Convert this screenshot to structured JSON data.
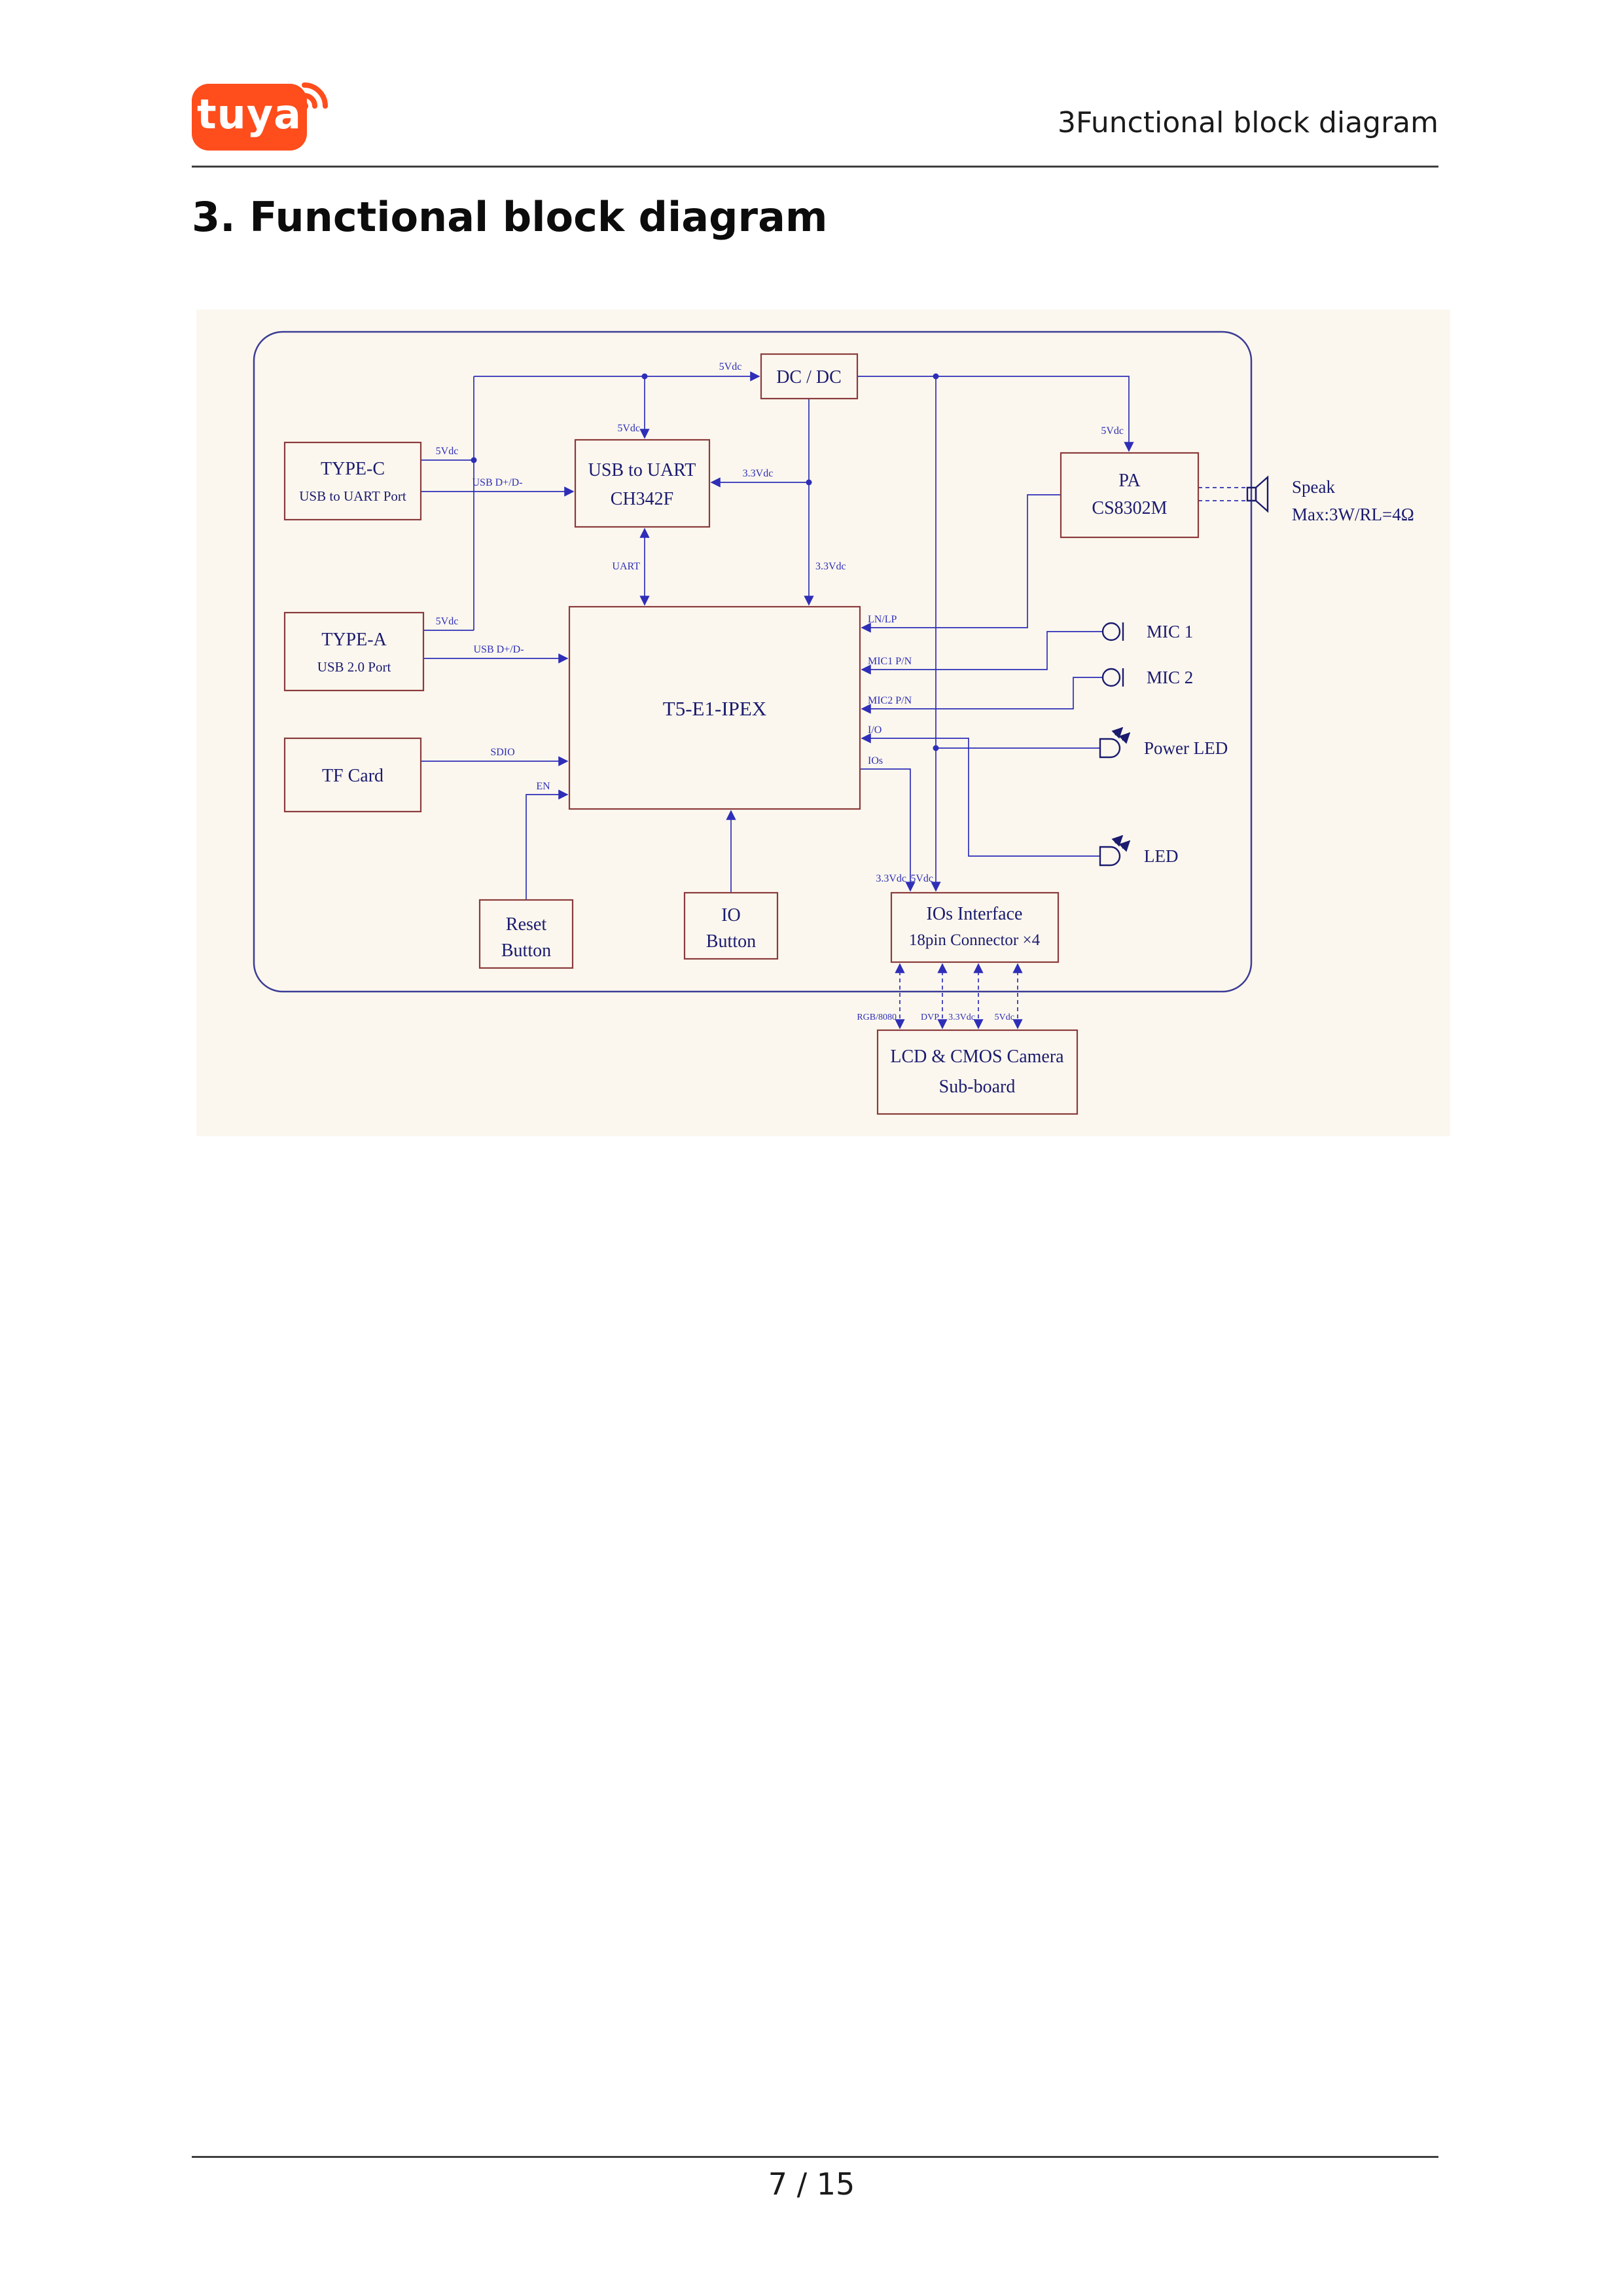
{
  "page": {
    "logo_text": "tuya",
    "header_title": "3Functional block diagram",
    "section_title": "3. Functional block diagram",
    "page_number": "7 / 15"
  },
  "diagram": {
    "colors": {
      "brand": "#ff4d1c",
      "wire": "#2e2eb8",
      "box_border": "#8a3b3b",
      "box_text": "#1b1b6f",
      "diagram_bg": "#fbf7ee"
    },
    "blocks": {
      "dcdc": {
        "label": "DC / DC"
      },
      "type_c": {
        "line1": "TYPE-C",
        "line2": "USB to UART Port"
      },
      "usb_uart": {
        "line1": "USB to UART",
        "line2": "CH342F"
      },
      "pa": {
        "line1": "PA",
        "line2": "CS8302M"
      },
      "type_a": {
        "line1": "TYPE-A",
        "line2": "USB 2.0 Port"
      },
      "soc": {
        "label": "T5-E1-IPEX"
      },
      "tf_card": {
        "label": "TF Card"
      },
      "reset_button": {
        "line1": "Reset",
        "line2": "Button"
      },
      "io_button": {
        "line1": "IO",
        "line2": "Button"
      },
      "ios_interface": {
        "line1": "IOs Interface",
        "line2": "18pin Connector ×4"
      },
      "lcd_board": {
        "line1": "LCD & CMOS Camera",
        "line2": "Sub-board"
      }
    },
    "peripherals": {
      "speaker_line1": "Speak",
      "speaker_line2": "Max:3W/RL=4Ω",
      "mic1": "MIC 1",
      "mic2": "MIC 2",
      "power_led": "Power LED",
      "led": "LED"
    },
    "wire_labels": {
      "dcdc_5v": "5Vdc",
      "ch342_5v": "5Vdc",
      "typec_5v": "5Vdc",
      "typec_usb": "USB D+/D-",
      "pa_5v": "5Vdc",
      "ch342_3v3": "3.3Vdc",
      "soc_3v3": "3.3Vdc",
      "uart": "UART",
      "typea_5v": "5Vdc",
      "typea_usb": "USB D+/D-",
      "lnlp": "LN/LP",
      "mic1_pn": "MIC1 P/N",
      "mic2_pn": "MIC2 P/N",
      "io": "I/O",
      "ios": "IOs",
      "sdio": "SDIO",
      "en": "EN",
      "ios_3v3": "3.3Vdc",
      "ios_5v": "5Vdc",
      "rgb8080": "RGB/8080",
      "dvp": "DVP",
      "lcd_3v3": "3.3Vdc",
      "lcd_5v": "5Vdc"
    }
  }
}
